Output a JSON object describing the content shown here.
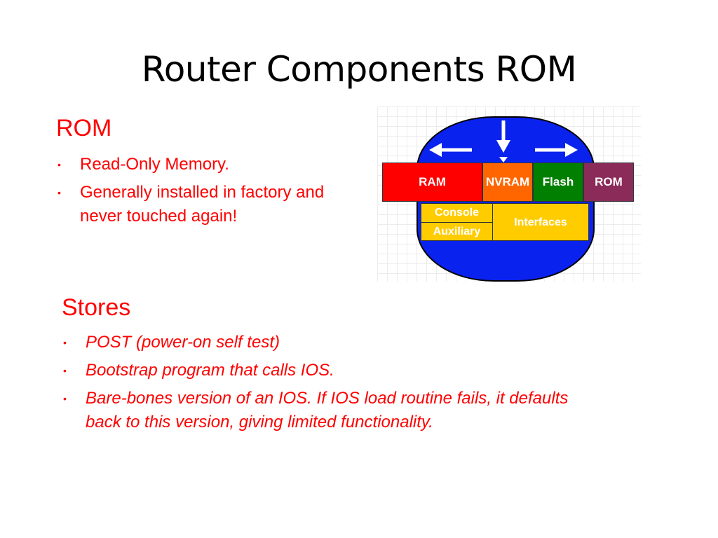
{
  "slide": {
    "title": "Router Components ROM"
  },
  "rom_section": {
    "heading": "ROM",
    "bullets": [
      "Read-Only Memory.",
      "Generally installed in factory and never touched again!"
    ]
  },
  "stores_section": {
    "heading": "Stores",
    "bullets": [
      "POST (power-on self test)",
      "Bootstrap program that calls IOS.",
      "Bare-bones version of an IOS.  If IOS load routine fails, it defaults back to this version, giving limited functionality."
    ]
  },
  "diagram": {
    "components": {
      "ram": "RAM",
      "nvram": "NVRAM",
      "flash": "Flash",
      "rom": "ROM"
    },
    "ports": {
      "console": "Console",
      "auxiliary": "Auxiliary",
      "interfaces": "Interfaces"
    }
  },
  "colors": {
    "accent_text": "#ff0000",
    "router_body": "#0a22ee",
    "ram": "#ff0000",
    "nvram": "#ff6600",
    "flash": "#007f00",
    "rom": "#8a2b5a",
    "ports": "#ffcc00"
  }
}
